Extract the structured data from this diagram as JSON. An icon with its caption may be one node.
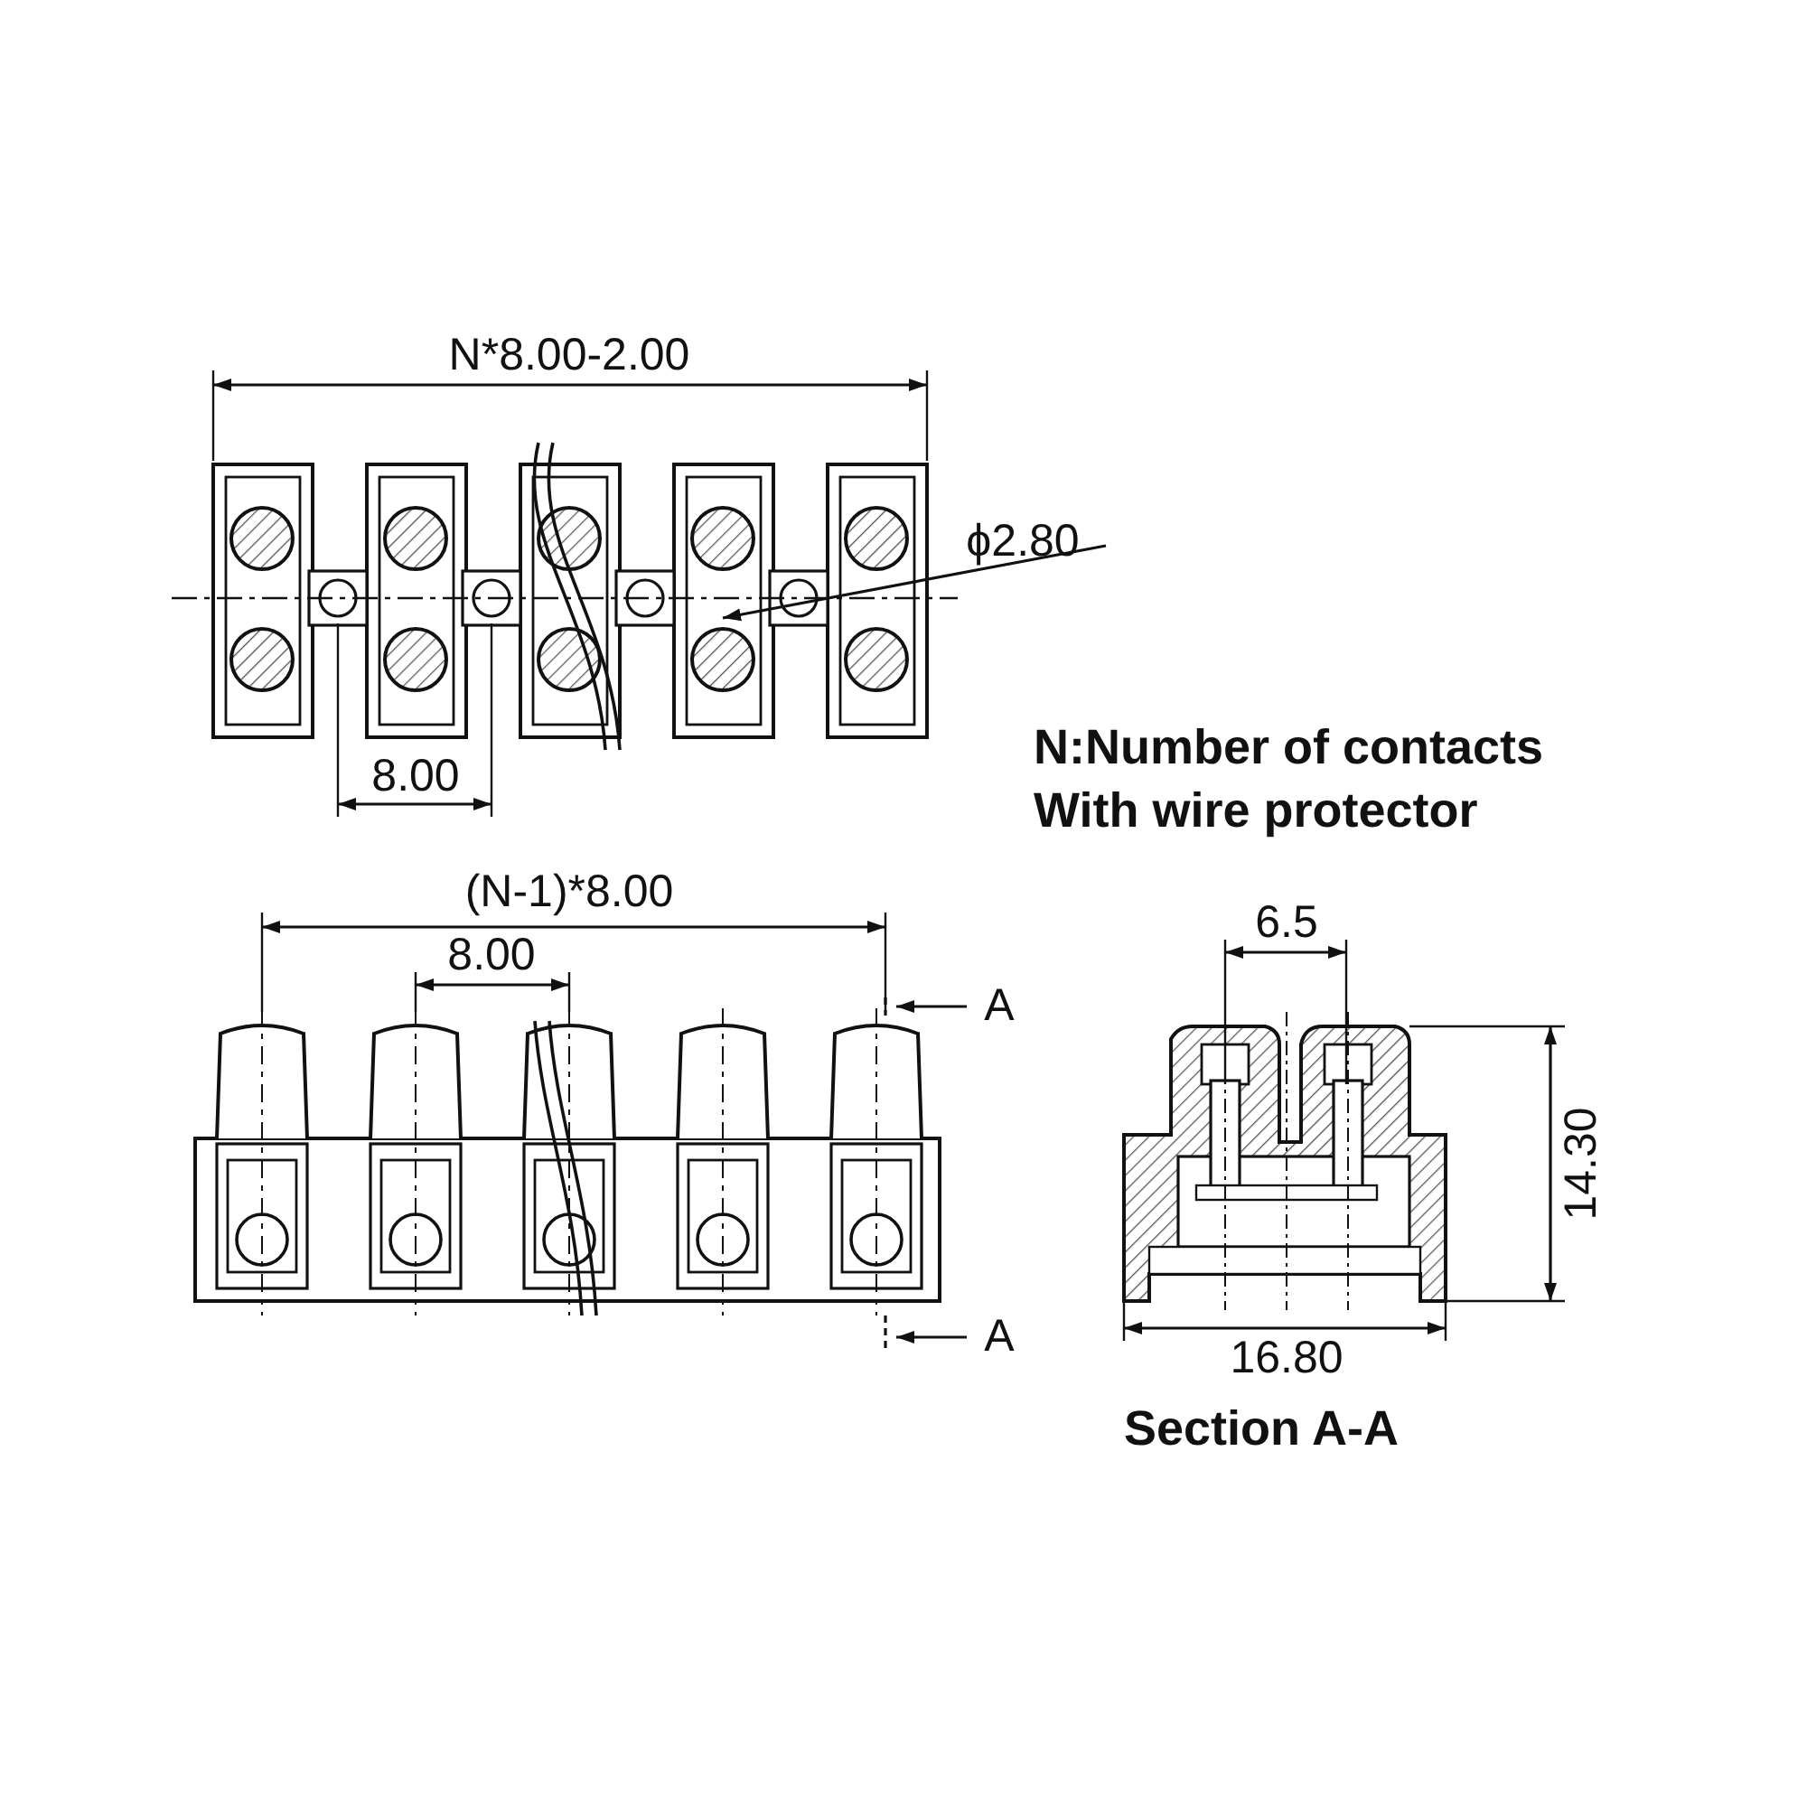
{
  "diagram": {
    "labels": [
      "N*8.00-2.00",
      "ϕ2.80",
      "8.00",
      "N:Number of contacts",
      "With wire protector",
      "(N-1)*8.00",
      "8.00",
      "A",
      "A",
      "6.5",
      "14.30",
      "16.80",
      "Section A-A"
    ]
  }
}
